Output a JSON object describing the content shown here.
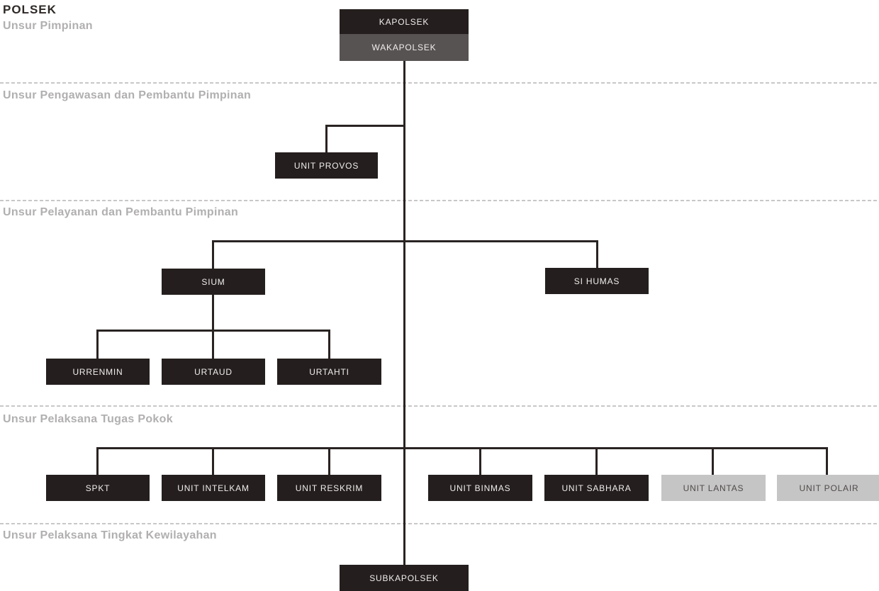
{
  "title": "POLSEK",
  "sections": {
    "pimpinan": {
      "label": "Unsur Pimpinan"
    },
    "pengawasan": {
      "label": "Unsur Pengawasan dan Pembantu Pimpinan"
    },
    "pelayanan": {
      "label": "Unsur Pelayanan dan Pembantu Pimpinan"
    },
    "pelaksana_pokok": {
      "label": "Unsur Pelaksana Tugas Pokok"
    },
    "kewilayahan": {
      "label": "Unsur Pelaksana Tingkat Kewilayahan"
    }
  },
  "nodes": {
    "kapolsek": {
      "label": "KAPOLSEK",
      "style": "dark"
    },
    "wakapolsek": {
      "label": "WAKAPOLSEK",
      "style": "gray"
    },
    "unit_provos": {
      "label": "UNIT PROVOS",
      "style": "dark"
    },
    "sium": {
      "label": "SIUM",
      "style": "dark"
    },
    "si_humas": {
      "label": "SI HUMAS",
      "style": "dark"
    },
    "urrenmin": {
      "label": "URRENMIN",
      "style": "dark"
    },
    "urtaud": {
      "label": "URTAUD",
      "style": "dark"
    },
    "urtahti": {
      "label": "URTAHTI",
      "style": "dark"
    },
    "spkt": {
      "label": "SPKT",
      "style": "dark"
    },
    "unit_intelkam": {
      "label": "UNIT INTELKAM",
      "style": "dark"
    },
    "unit_reskrim": {
      "label": "UNIT RESKRIM",
      "style": "dark"
    },
    "unit_binmas": {
      "label": "UNIT BINMAS",
      "style": "dark"
    },
    "unit_sabhara": {
      "label": "UNIT SABHARA",
      "style": "dark"
    },
    "unit_lantas": {
      "label": "UNIT LANTAS",
      "style": "light"
    },
    "unit_polair": {
      "label": "UNIT POLAIR",
      "style": "light"
    },
    "subkapolsek": {
      "label": "SUBKAPOLSEK",
      "style": "dark"
    }
  },
  "hierarchy": [
    {
      "parent": "KAPOLSEK",
      "child": "WAKAPOLSEK"
    },
    {
      "parent": "WAKAPOLSEK",
      "child": "UNIT PROVOS"
    },
    {
      "parent": "WAKAPOLSEK",
      "child": "SIUM"
    },
    {
      "parent": "WAKAPOLSEK",
      "child": "SI HUMAS"
    },
    {
      "parent": "SIUM",
      "child": "URRENMIN"
    },
    {
      "parent": "SIUM",
      "child": "URTAUD"
    },
    {
      "parent": "SIUM",
      "child": "URTAHTI"
    },
    {
      "parent": "WAKAPOLSEK",
      "child": "SPKT"
    },
    {
      "parent": "WAKAPOLSEK",
      "child": "UNIT INTELKAM"
    },
    {
      "parent": "WAKAPOLSEK",
      "child": "UNIT RESKRIM"
    },
    {
      "parent": "WAKAPOLSEK",
      "child": "UNIT BINMAS"
    },
    {
      "parent": "WAKAPOLSEK",
      "child": "UNIT SABHARA"
    },
    {
      "parent": "WAKAPOLSEK",
      "child": "UNIT LANTAS"
    },
    {
      "parent": "WAKAPOLSEK",
      "child": "UNIT POLAIR"
    },
    {
      "parent": "WAKAPOLSEK",
      "child": "SUBKAPOLSEK"
    }
  ],
  "colors": {
    "background": "#ffffff",
    "dark_box": "#241f1e",
    "gray_box": "#575352",
    "light_box": "#c6c5c5",
    "box_text_light": "#efedec",
    "box_text_dark": "#4e4a49",
    "connector_line": "#292322",
    "dashed_separator": "#c9c7c7",
    "section_label": "#b1afaf",
    "title_text": "#2e2927"
  }
}
